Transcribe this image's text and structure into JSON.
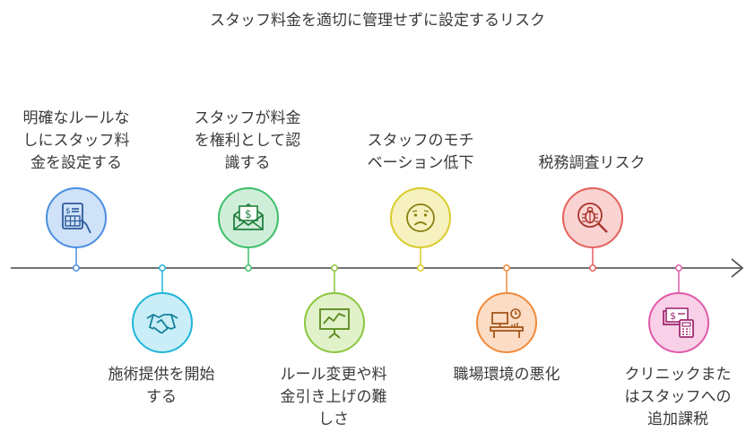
{
  "title": "スタッフ料金を適切に管理せずに設定するリスク",
  "items": [
    {
      "label": "明確なルールな\nしにスタッフ料\n金を設定する",
      "icon": "calculator-hand-icon",
      "color": "#4a8ee0",
      "fill": "#cfe2f8"
    },
    {
      "label": "施術提供を開始\nする",
      "icon": "handshake-icon",
      "color": "#1fb5d8",
      "fill": "#c9eef8"
    },
    {
      "label": "スタッフが料金\nを権利として認\n識する",
      "icon": "money-envelope-icon",
      "color": "#3cbf6a",
      "fill": "#cfeed9"
    },
    {
      "label": "ルール変更や料\n金引き上げの難\nしさ",
      "icon": "chart-board-icon",
      "color": "#8cc63f",
      "fill": "#e1f1c9"
    },
    {
      "label": "スタッフのモチ\nベーション低下",
      "icon": "sad-face-icon",
      "color": "#d9cc2a",
      "fill": "#f6f1bf"
    },
    {
      "label": "職場環境の悪化",
      "icon": "desk-icon",
      "color": "#f08a3c",
      "fill": "#fcdcc4"
    },
    {
      "label": "税務調査リスク",
      "icon": "bug-search-icon",
      "color": "#e4605a",
      "fill": "#f9d3d1"
    },
    {
      "label": "クリニックまた\nはスタッフへの\n追加課税",
      "icon": "cash-calculator-icon",
      "color": "#e05aa8",
      "fill": "#f8d0e7"
    }
  ]
}
